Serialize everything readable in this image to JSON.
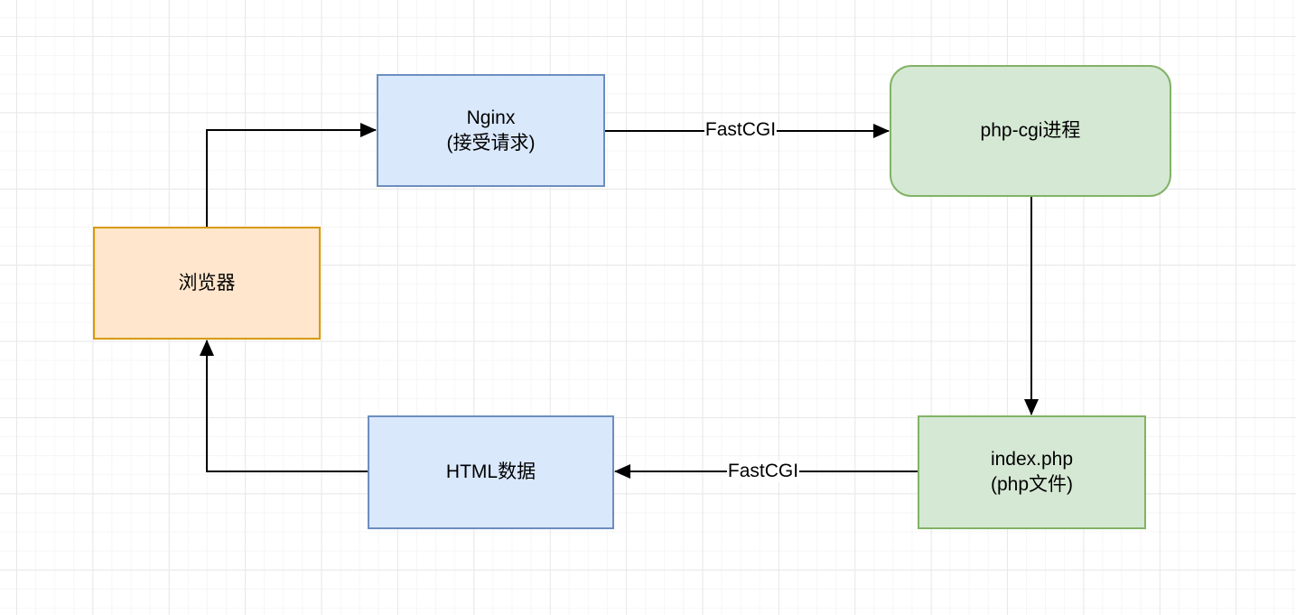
{
  "diagram": {
    "type": "flowchart",
    "nodes": {
      "browser": {
        "lines": [
          "浏览器"
        ],
        "shape": "rectangle",
        "fill": "#ffe6cc",
        "border": "#d79b00"
      },
      "nginx": {
        "lines": [
          "Nginx",
          "(接受请求)"
        ],
        "shape": "rectangle",
        "fill": "#dae8fc",
        "border": "#6c8ebf"
      },
      "phpcgi": {
        "lines": [
          "php-cgi进程"
        ],
        "shape": "rounded-rectangle",
        "fill": "#d5e8d4",
        "border": "#82b366"
      },
      "htmldata": {
        "lines": [
          "HTML数据"
        ],
        "shape": "rectangle",
        "fill": "#dae8fc",
        "border": "#6c8ebf"
      },
      "indexphp": {
        "lines": [
          "index.php",
          "(php文件)"
        ],
        "shape": "rectangle",
        "fill": "#d5e8d4",
        "border": "#82b366"
      }
    },
    "edges": [
      {
        "from": "browser",
        "to": "nginx",
        "label": ""
      },
      {
        "from": "nginx",
        "to": "phpcgi",
        "label": "FastCGI"
      },
      {
        "from": "phpcgi",
        "to": "indexphp",
        "label": ""
      },
      {
        "from": "indexphp",
        "to": "htmldata",
        "label": "FastCGI"
      },
      {
        "from": "htmldata",
        "to": "browser",
        "label": ""
      }
    ],
    "colors": {
      "edge": "#000000",
      "background": "#ffffff",
      "grid_minor": "#f6f6f6",
      "grid_major": "#e8e8e8"
    }
  }
}
